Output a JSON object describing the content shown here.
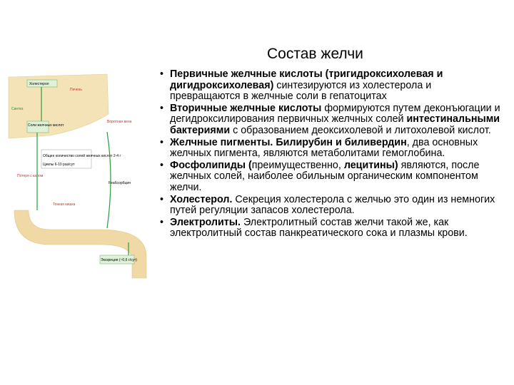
{
  "title": "Состав желчи",
  "bullets": [
    {
      "parts": [
        {
          "t": "Первичные желчные кислоты (тригидроксихолевая и дигидроксихолевая)",
          "b": true
        },
        {
          "t": " синтезируются из холестерола и превращаются в желчные соли в гепатоцитах",
          "b": false
        }
      ]
    },
    {
      "parts": [
        {
          "t": "Вторичные желчные кислоты",
          "b": true
        },
        {
          "t": " формируются путем деконъюгации и дегидроксилирования первичных желчных солей ",
          "b": false
        },
        {
          "t": "интестинальными бактериями",
          "b": true
        },
        {
          "t": " с образованием деоксихолевой и литохолевой кислот.",
          "b": false
        }
      ]
    },
    {
      "parts": [
        {
          "t": "Желчные пигменты. Билирубин и биливердин",
          "b": true
        },
        {
          "t": ", два основных желчных пигмента, являются метаболитами гемоглобина.",
          "b": false
        }
      ]
    },
    {
      "parts": [
        {
          "t": " Фосфолипиды (",
          "b": true
        },
        {
          "t": "преимущественно, ",
          "b": false
        },
        {
          "t": "лецитины)",
          "b": true
        },
        {
          "t": " являются, после желчных солей, наиболее обильным органическим компонентом желчи.",
          "b": false
        }
      ]
    },
    {
      "parts": [
        {
          "t": "Холестерол.",
          "b": true
        },
        {
          "t": " Секреция холестерола с желчью это один из немногих путей регуляции запасов холестерола.",
          "b": false
        }
      ]
    },
    {
      "parts": [
        {
          "t": "Электролиты.",
          "b": true
        },
        {
          "t": " Электролитный состав желчи такой же, как электролитный состав панкреатического сока и плазмы крови.",
          "b": false
        }
      ]
    }
  ],
  "diagram": {
    "labels": {
      "cholesterol": "Холестерол",
      "liver": "Печень",
      "synthesis": "Синтез",
      "bile_salts": "Соли желчных кислот",
      "portal_vein": "Воротная вена",
      "pool": "Общее количество солей желчных кислот 2-4 г",
      "cycles": "Циклы 6-10 раз/сут",
      "intestine": "Тонкая кишка",
      "reabsorption": "Реабсорбция",
      "loss": "Потеря с калом",
      "feces": "Экскреция (~0,6 г/сут)"
    },
    "colors": {
      "liver": "#f3e3b6",
      "intestine": "#f1d9a6",
      "arrows": "#2e9a3c",
      "text_green": "#2e8b3a",
      "text_red": "#c0392b",
      "box_fill": "#dff2d8"
    }
  }
}
